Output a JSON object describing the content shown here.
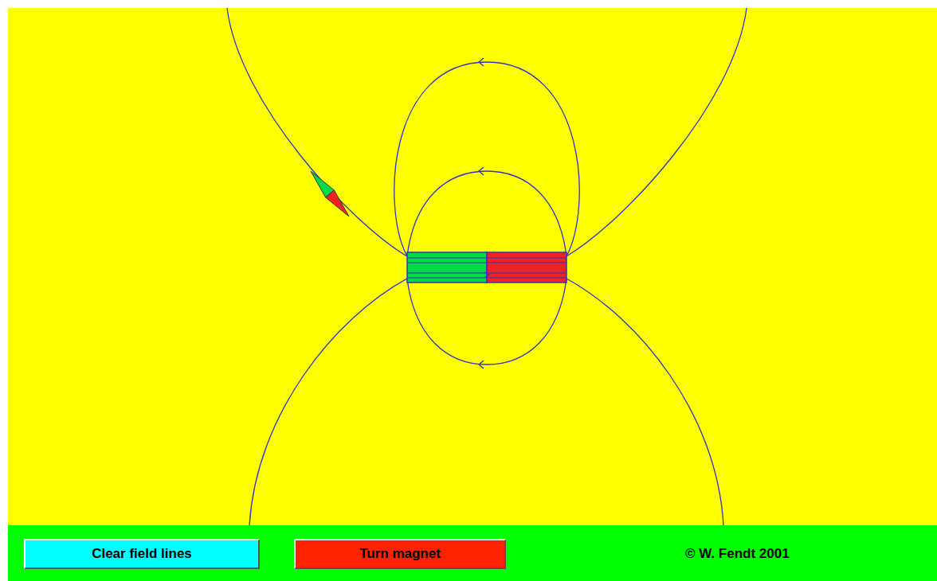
{
  "diagram": {
    "nodes": [
      {
        "text": [
          "Clear field lines"
        ]
      },
      {
        "text": [
          "Turn magnet"
        ]
      }
    ],
    "labels": [
      "© W. Fendt 2001"
    ]
  }
}
